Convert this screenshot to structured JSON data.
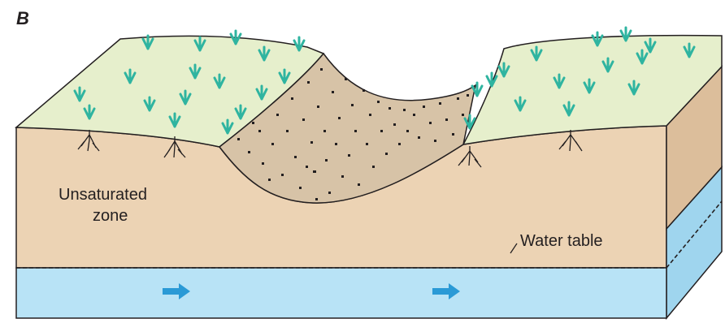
{
  "panel_label": "B",
  "labels": {
    "unsaturated_line1": "Unsaturated",
    "unsaturated_line2": "zone",
    "water_table": "Water table"
  },
  "colors": {
    "soil": "#ecd3b4",
    "soil_right_face": "#dcbe9b",
    "grass_surface": "#e6efcc",
    "sand": "#d7c3a7",
    "groundwater": "#b8e3f6",
    "groundwater_side": "#9fd5ee",
    "arrow": "#2a9ad6",
    "plant": "#2fb4a0",
    "outline": "#231f20"
  },
  "icons": [
    "plant-icon",
    "root-icon",
    "flow-arrow-icon"
  ]
}
